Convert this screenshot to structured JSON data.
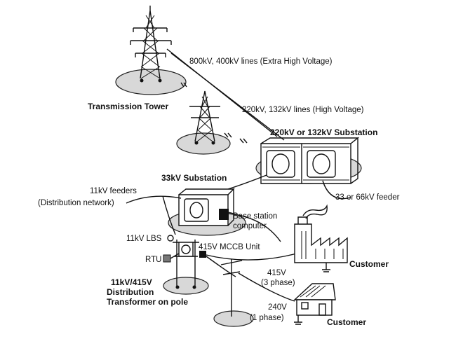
{
  "labels": {
    "ehv_lines": "800kV, 400kV lines (Extra High Voltage)",
    "hv_lines": "220kV, 132kV lines (High Voltage)",
    "transmission_tower": "Transmission Tower",
    "substation_220": "220kV or 132kV Substation",
    "feeder_33_66": "33 or 66kV feeder",
    "substation_33": "33kV Substation",
    "feeders_11kv_1": "11kV feeders",
    "feeders_11kv_2": "(Distribution network)",
    "base_station_1": "Base station",
    "base_station_2": "computer",
    "lbs": "11kV LBS",
    "mccb": "415V MCCB Unit",
    "rtu": "RTU",
    "v415_1": "415V",
    "v415_2": "(3 phase)",
    "v240_1": "240V",
    "v240_2": "(1 phase)",
    "customer_top": "Customer",
    "customer_bottom": "Customer",
    "dist_1": "11kV/415V",
    "dist_2": "Distribution",
    "dist_3": "Transformer on pole"
  }
}
